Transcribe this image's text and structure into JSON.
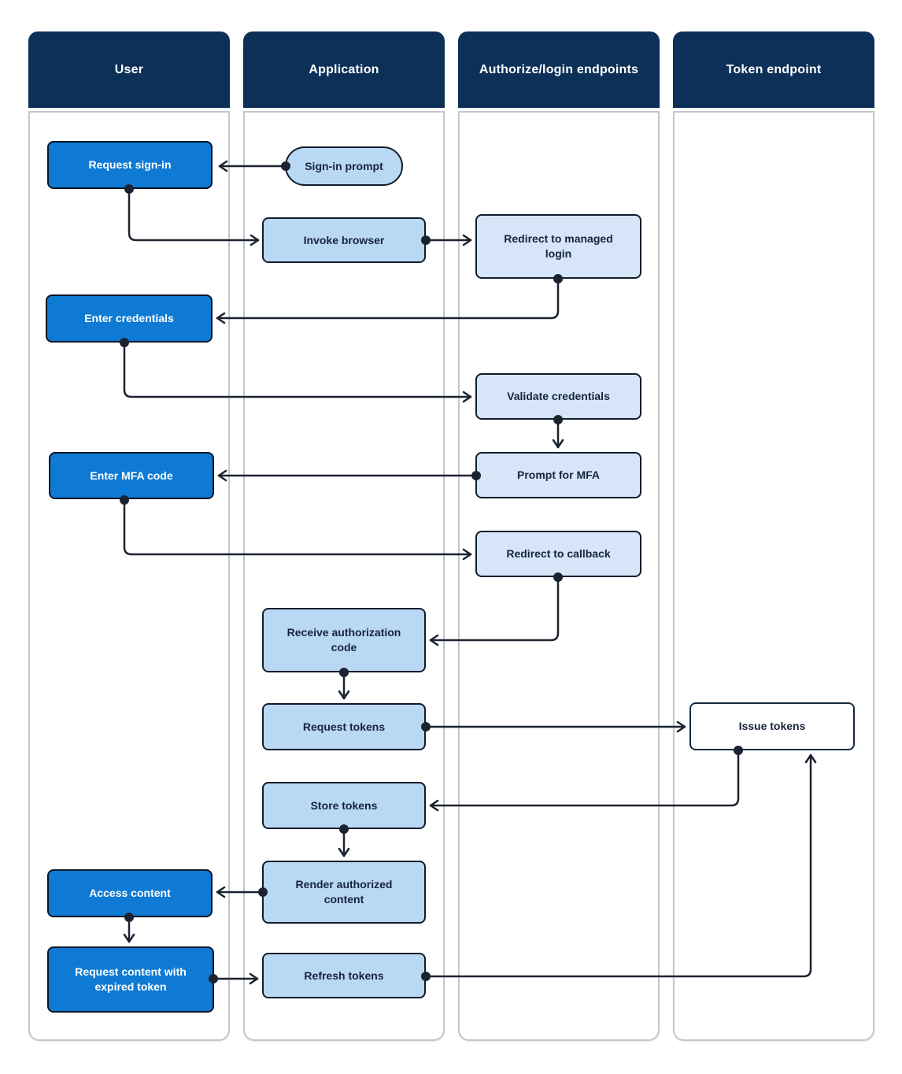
{
  "colors": {
    "lane_header_bg": "#0c3058",
    "lane_border": "#c6c7cc",
    "lane_bg": "#ffffff",
    "page_bg": "#ffffff",
    "user_node_bg": "#0f7ad3",
    "user_node_border": "#0a1628",
    "user_node_text": "#ffffff",
    "app_node_bg": "#b9d8f4",
    "auth_node_bg": "#d6e6f8",
    "token_node_bg": "#ffffff",
    "token_node_border": "#16293f",
    "node_border": "#111c2b",
    "light_node_text": "#16243d",
    "connector": "#1b2330"
  },
  "lanes": [
    {
      "title": "User"
    },
    {
      "title": "Application"
    },
    {
      "title": "Authorize/login endpoints"
    },
    {
      "title": "Token endpoint"
    }
  ],
  "nodes": [
    {
      "label": "Request sign-in",
      "lane": "User"
    },
    {
      "label": "Enter credentials",
      "lane": "User"
    },
    {
      "label": "Enter MFA code",
      "lane": "User"
    },
    {
      "label": "Access content",
      "lane": "User"
    },
    {
      "label": "Request content with expired token",
      "lane": "User"
    },
    {
      "label": "Sign-in prompt",
      "lane": "Application"
    },
    {
      "label": "Invoke browser",
      "lane": "Application"
    },
    {
      "label": "Receive authorization code",
      "lane": "Application"
    },
    {
      "label": "Request tokens",
      "lane": "Application"
    },
    {
      "label": "Store tokens",
      "lane": "Application"
    },
    {
      "label": "Render authorized content",
      "lane": "Application"
    },
    {
      "label": "Refresh tokens",
      "lane": "Application"
    },
    {
      "label": "Redirect to managed login",
      "lane": "Authorize/login endpoints"
    },
    {
      "label": "Validate credentials",
      "lane": "Authorize/login endpoints"
    },
    {
      "label": "Prompt for MFA",
      "lane": "Authorize/login endpoints"
    },
    {
      "label": "Redirect to callback",
      "lane": "Authorize/login endpoints"
    },
    {
      "label": "Issue tokens",
      "lane": "Token endpoint"
    }
  ]
}
